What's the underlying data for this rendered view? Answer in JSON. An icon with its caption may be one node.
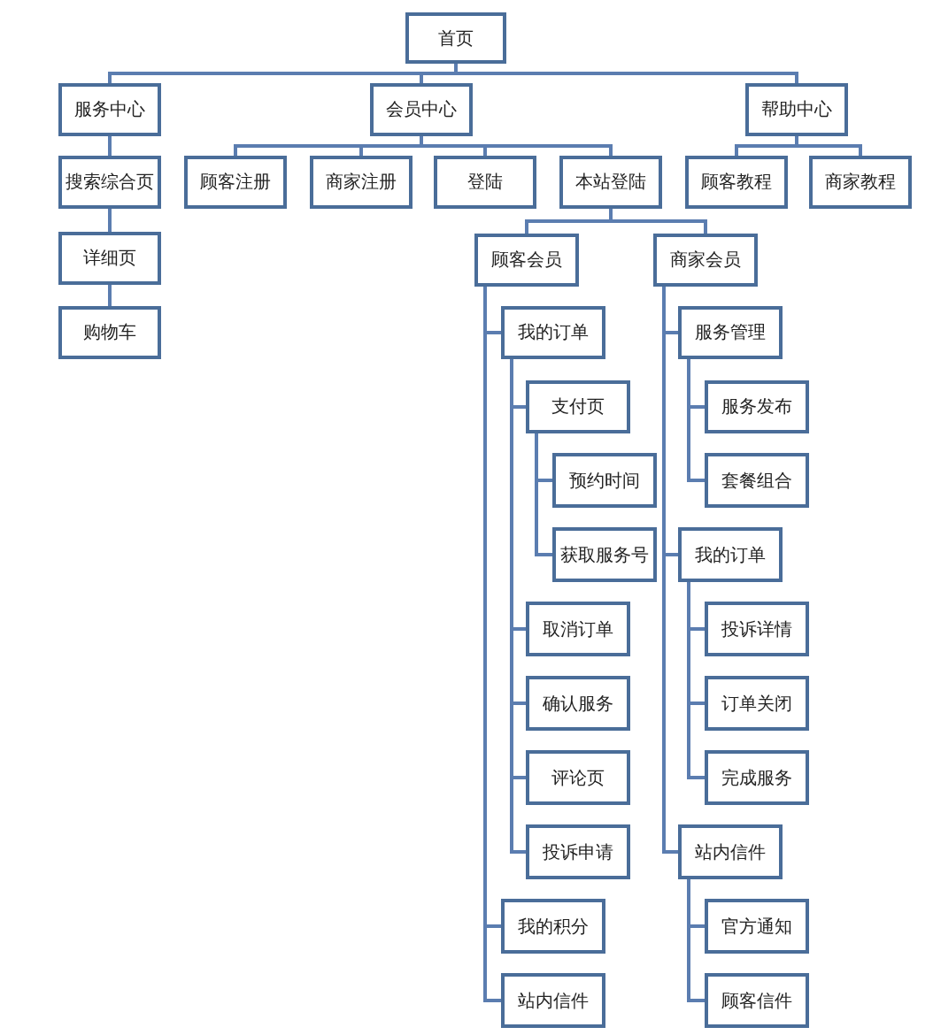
{
  "diagram": {
    "nodes": [
      {
        "text": [
          "首页"
        ]
      },
      {
        "text": [
          "服务中心"
        ]
      },
      {
        "text": [
          "会员中心"
        ]
      },
      {
        "text": [
          "帮助中心"
        ]
      },
      {
        "text": [
          "搜索综合页"
        ]
      },
      {
        "text": [
          "顾客注册"
        ]
      },
      {
        "text": [
          "商家注册"
        ]
      },
      {
        "text": [
          "登陆"
        ]
      },
      {
        "text": [
          "本站登陆"
        ]
      },
      {
        "text": [
          "顾客教程"
        ]
      },
      {
        "text": [
          "商家教程"
        ]
      },
      {
        "text": [
          "详细页"
        ]
      },
      {
        "text": [
          "购物车"
        ]
      },
      {
        "text": [
          "顾客会员"
        ]
      },
      {
        "text": [
          "商家会员"
        ]
      },
      {
        "text": [
          "我的订单"
        ]
      },
      {
        "text": [
          "支付页"
        ]
      },
      {
        "text": [
          "预约时间"
        ]
      },
      {
        "text": [
          "获取服务号"
        ]
      },
      {
        "text": [
          "取消订单"
        ]
      },
      {
        "text": [
          "确认服务"
        ]
      },
      {
        "text": [
          "评论页"
        ]
      },
      {
        "text": [
          "投诉申请"
        ]
      },
      {
        "text": [
          "我的积分"
        ]
      },
      {
        "text": [
          "站内信件"
        ]
      },
      {
        "text": [
          "服务管理"
        ]
      },
      {
        "text": [
          "服务发布"
        ]
      },
      {
        "text": [
          "套餐组合"
        ]
      },
      {
        "text": [
          "我的订单"
        ]
      },
      {
        "text": [
          "投诉详情"
        ]
      },
      {
        "text": [
          "订单关闭"
        ]
      },
      {
        "text": [
          "完成服务"
        ]
      },
      {
        "text": [
          "站内信件"
        ]
      },
      {
        "text": [
          "官方通知"
        ]
      },
      {
        "text": [
          "顾客信件"
        ]
      }
    ],
    "edges": [
      {
        "from": 0,
        "to": 1,
        "arrow": "none"
      },
      {
        "from": 0,
        "to": 2,
        "arrow": "none"
      },
      {
        "from": 0,
        "to": 3,
        "arrow": "none"
      },
      {
        "from": 1,
        "to": 4,
        "arrow": "none"
      },
      {
        "from": 2,
        "to": 5,
        "arrow": "none"
      },
      {
        "from": 2,
        "to": 6,
        "arrow": "none"
      },
      {
        "from": 2,
        "to": 7,
        "arrow": "none"
      },
      {
        "from": 2,
        "to": 8,
        "arrow": "none"
      },
      {
        "from": 3,
        "to": 9,
        "arrow": "none"
      },
      {
        "from": 3,
        "to": 10,
        "arrow": "none"
      },
      {
        "from": 4,
        "to": 11,
        "arrow": "none"
      },
      {
        "from": 11,
        "to": 12,
        "arrow": "none"
      },
      {
        "from": 8,
        "to": 13,
        "arrow": "none"
      },
      {
        "from": 8,
        "to": 14,
        "arrow": "none"
      },
      {
        "from": 13,
        "to": 15,
        "arrow": "none"
      },
      {
        "from": 15,
        "to": 16,
        "arrow": "none"
      },
      {
        "from": 16,
        "to": 17,
        "arrow": "none"
      },
      {
        "from": 16,
        "to": 18,
        "arrow": "none"
      },
      {
        "from": 15,
        "to": 19,
        "arrow": "none"
      },
      {
        "from": 15,
        "to": 20,
        "arrow": "none"
      },
      {
        "from": 15,
        "to": 21,
        "arrow": "none"
      },
      {
        "from": 15,
        "to": 22,
        "arrow": "none"
      },
      {
        "from": 13,
        "to": 23,
        "arrow": "none"
      },
      {
        "from": 13,
        "to": 24,
        "arrow": "none"
      },
      {
        "from": 14,
        "to": 25,
        "arrow": "none"
      },
      {
        "from": 25,
        "to": 26,
        "arrow": "none"
      },
      {
        "from": 25,
        "to": 27,
        "arrow": "none"
      },
      {
        "from": 14,
        "to": 28,
        "arrow": "none"
      },
      {
        "from": 28,
        "to": 29,
        "arrow": "none"
      },
      {
        "from": 28,
        "to": 30,
        "arrow": "none"
      },
      {
        "from": 28,
        "to": 31,
        "arrow": "none"
      },
      {
        "from": 14,
        "to": 32,
        "arrow": "none"
      },
      {
        "from": 32,
        "to": 33,
        "arrow": "none"
      },
      {
        "from": 32,
        "to": 34,
        "arrow": "none"
      }
    ]
  }
}
